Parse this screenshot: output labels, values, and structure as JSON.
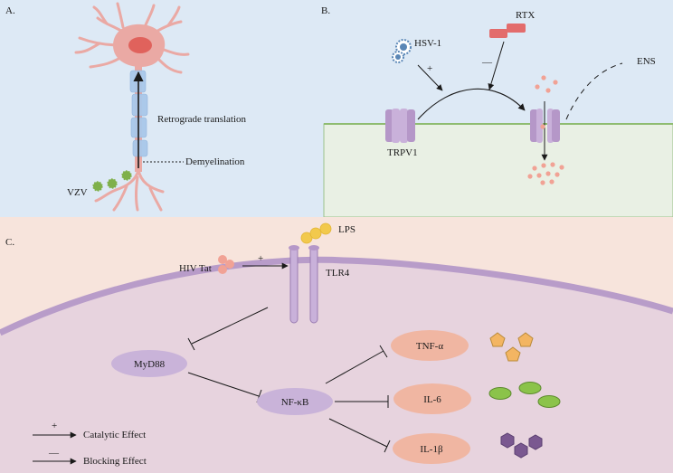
{
  "panels": {
    "a": {
      "label": "A."
    },
    "b": {
      "label": "B."
    },
    "c": {
      "label": "C."
    }
  },
  "panel_a": {
    "retrograde": "Retrograde translation",
    "demyelination": "Demyelination",
    "virus": "VZV"
  },
  "panel_b": {
    "hsv": "HSV-1",
    "rtx": "RTX",
    "ens": "ENS",
    "channel": "TRPV1",
    "plus_sign": "+",
    "minus_sign": "—"
  },
  "panel_c": {
    "lps": "LPS",
    "hiv": "HIV Tat",
    "tlr4": "TLR4",
    "myd88": "MyD88",
    "nfkb": "NF-κB",
    "tnf": "TNF-α",
    "il6": "IL-6",
    "il1b": "IL-1β",
    "plus_sign": "+"
  },
  "legend": {
    "catalytic_sign": "+",
    "catalytic": "Catalytic Effect",
    "blocking_sign": "—",
    "blocking": "Blocking Effect"
  },
  "colors": {
    "panel_a_bg": "#dde9f5",
    "panel_b_bg": "#dde9f5",
    "tissue": "#e9f0e4",
    "panel_c_bg": "#f7e4dc",
    "cell": "#e7d3de",
    "membrane": "#b89cc9",
    "node": "#c9b3d9",
    "cytokine_node": "#f0b6a2",
    "neuron": "#eaa9a4",
    "nucleus": "#e0625c",
    "myelin": "#a9c8ea",
    "virus_green": "#7fb04a",
    "virus_blue": "#5b87b6",
    "rtx_red": "#e36c6c",
    "lps_yellow": "#f2c94c",
    "hiv_pink": "#f1a295",
    "tnf_orange": "#f3b562",
    "il6_green": "#8bc34a",
    "il1b_purple": "#7a5890",
    "channel": "#b597c8"
  }
}
